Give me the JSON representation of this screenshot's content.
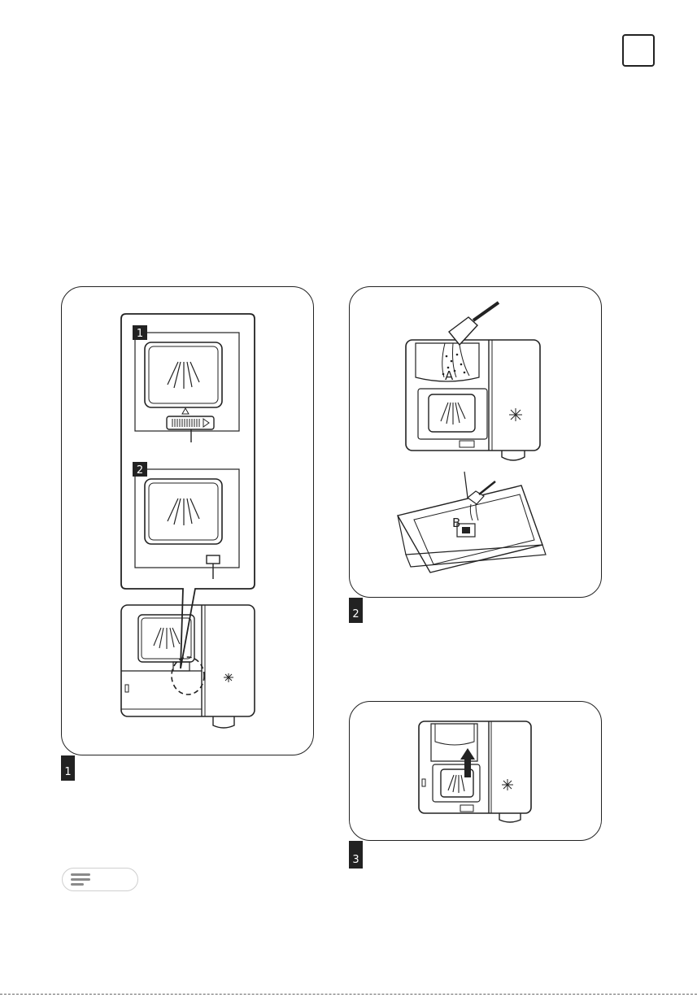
{
  "figures": [
    {
      "step_number": "1",
      "inset_labels": [
        "1",
        "2"
      ]
    },
    {
      "step_number": "2",
      "callouts": [
        "A",
        "B"
      ]
    },
    {
      "step_number": "3"
    }
  ],
  "icons": {
    "language_box": "empty-square-icon",
    "note": "notes-lines-icon",
    "sparkle": "rinse-aid-sparkle-icon",
    "arrow": "arrow-up-icon"
  }
}
